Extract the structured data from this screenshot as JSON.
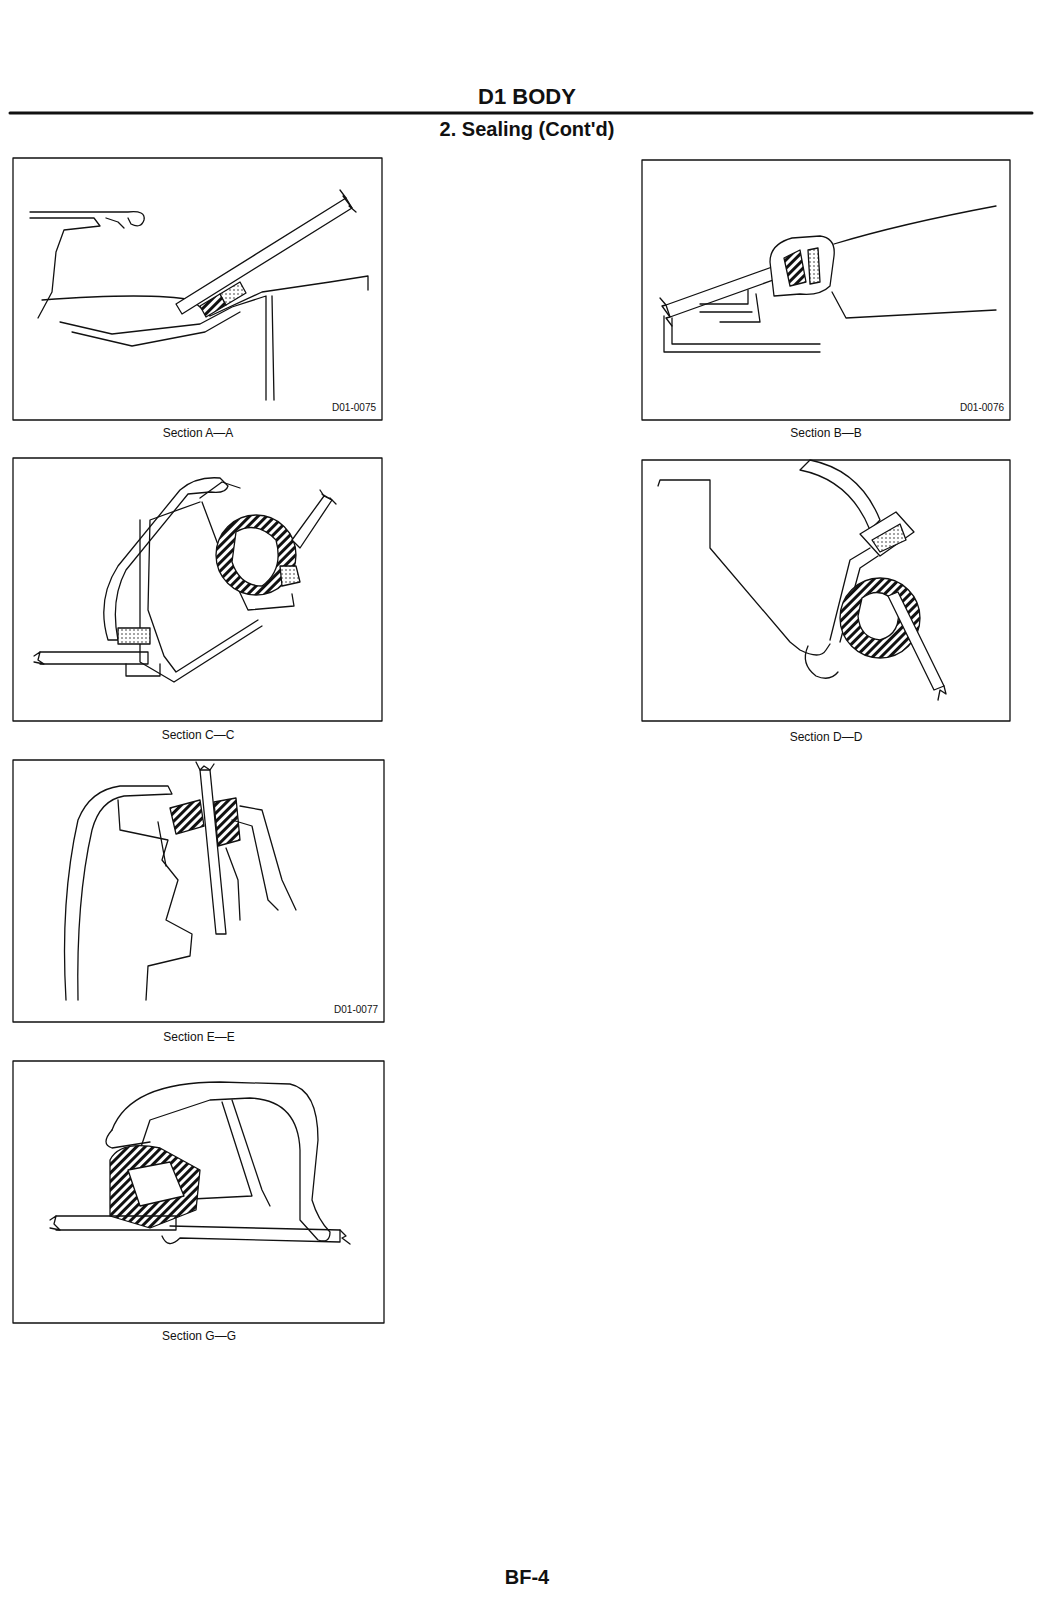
{
  "diagram": {
    "title": "D1 BODY",
    "labels": [
      "2. Sealing (Cont'd)",
      "D01-0075",
      "Section A—A",
      "D01-0076",
      "Section B—B",
      "Section C—C",
      "Section D—D",
      "D01-0077",
      "Section E—E",
      "Section G—G",
      "BF-4"
    ]
  }
}
